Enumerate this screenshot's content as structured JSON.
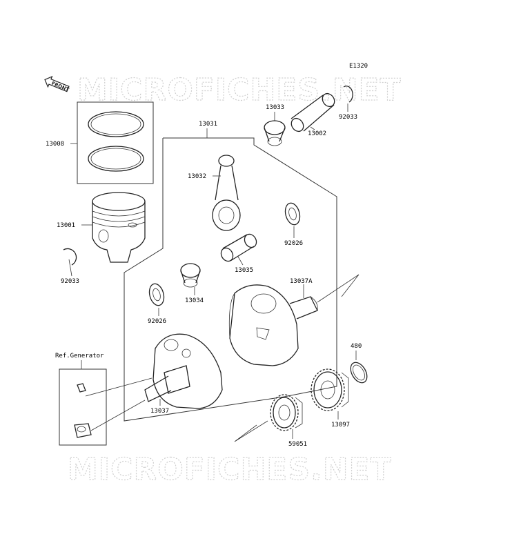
{
  "diagram_code": "E1320",
  "front_label": "FRONT",
  "watermark": "MICROFICHES.NET",
  "ref_label": "Ref.Generator",
  "parts": {
    "p13008": "13008",
    "p13001": "13001",
    "p92033_left": "92033",
    "p13031": "13031",
    "p13033": "13033",
    "p13002": "13002",
    "p92033_right": "92033",
    "p13032": "13032",
    "p92026_right": "92026",
    "p13035": "13035",
    "p13034": "13034",
    "p92026_left": "92026",
    "p13037A": "13037A",
    "p480": "480",
    "p13037": "13037",
    "p13097": "13097",
    "p59051": "59051"
  }
}
